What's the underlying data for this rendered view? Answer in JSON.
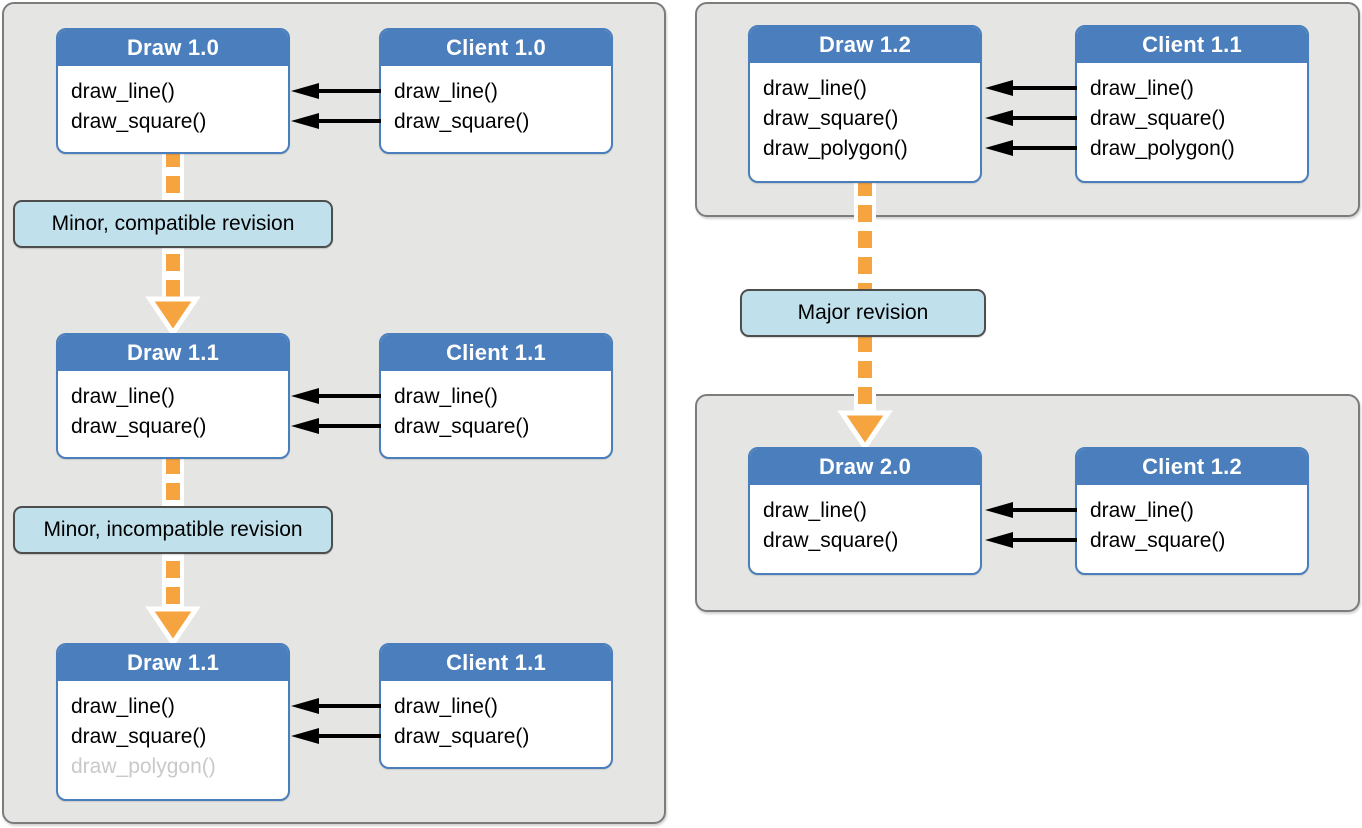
{
  "colors": {
    "panel-bg": "#E5E6E4",
    "panel-border": "#7C7C7C",
    "box-bg": "#FFFFFF",
    "box-border": "#4A7EBC",
    "header-bg": "#4A7EBC",
    "header-text": "#FFFFFF",
    "method-text": "#000000",
    "method-disabled": "#C9C9C9",
    "label-bg": "#C0E1EC",
    "label-border": "#4E4E4E",
    "label-text": "#000000",
    "arrow-black": "#000000",
    "arrow-orange": "#F5A43F",
    "arrow-casing": "#FFFFFF"
  },
  "boxes": [
    {
      "title": "Draw 1.0",
      "methods": [
        {
          "name": "draw_line()"
        },
        {
          "name": "draw_square()"
        }
      ]
    },
    {
      "title": "Client 1.0",
      "methods": [
        {
          "name": "draw_line()"
        },
        {
          "name": "draw_square()"
        }
      ]
    },
    {
      "title": "Draw 1.1",
      "methods": [
        {
          "name": "draw_line()"
        },
        {
          "name": "draw_square()"
        }
      ]
    },
    {
      "title": "Client 1.1",
      "methods": [
        {
          "name": "draw_line()"
        },
        {
          "name": "draw_square()"
        }
      ]
    },
    {
      "title": "Draw 1.1",
      "methods": [
        {
          "name": "draw_line()"
        },
        {
          "name": "draw_square()"
        },
        {
          "name": "draw_polygon()",
          "disabled": true
        }
      ]
    },
    {
      "title": "Client 1.1",
      "methods": [
        {
          "name": "draw_line()"
        },
        {
          "name": "draw_square()"
        }
      ]
    },
    {
      "title": "Draw 1.2",
      "methods": [
        {
          "name": "draw_line()"
        },
        {
          "name": "draw_square()"
        },
        {
          "name": "draw_polygon()"
        }
      ]
    },
    {
      "title": "Client 1.1",
      "methods": [
        {
          "name": "draw_line()"
        },
        {
          "name": "draw_square()"
        },
        {
          "name": "draw_polygon()"
        }
      ]
    },
    {
      "title": "Draw 2.0",
      "methods": [
        {
          "name": "draw_line()"
        },
        {
          "name": "draw_square()"
        }
      ]
    },
    {
      "title": "Client 1.2",
      "methods": [
        {
          "name": "draw_line()"
        },
        {
          "name": "draw_square()"
        }
      ]
    }
  ],
  "labels": [
    {
      "text": "Minor, compatible revision"
    },
    {
      "text": "Minor, incompatible revision"
    },
    {
      "text": "Major revision"
    }
  ]
}
